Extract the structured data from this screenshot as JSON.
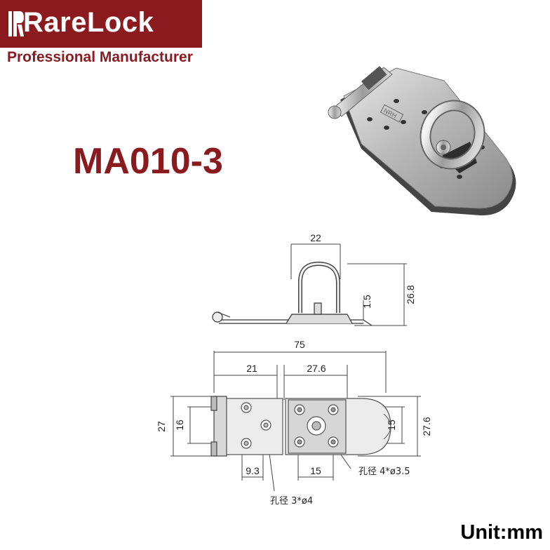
{
  "brand": {
    "name": "RareLock",
    "tagline": "Professional Manufacturer",
    "color": "#8b1a1f"
  },
  "model": "MA010-3",
  "unit": "Unit:mm",
  "product_photo": {
    "icon": "hasp-lock-photo",
    "stamp": "NRH"
  },
  "side_view": {
    "labels": {
      "width": "22",
      "height": "26.8",
      "thickness": "1.5"
    }
  },
  "top_view": {
    "labels": {
      "total_length": "75",
      "hinge_section": "21",
      "plate_section": "27.6",
      "left_height": "27",
      "left_hole_spacing": "16",
      "hole_offset": "9.3",
      "right_hole_spacing": "15",
      "slot_width": "15",
      "right_height": "27.6",
      "hole_note_1": "孔径 4*ø3.5",
      "hole_note_2": "孔径 3*ø4"
    }
  }
}
